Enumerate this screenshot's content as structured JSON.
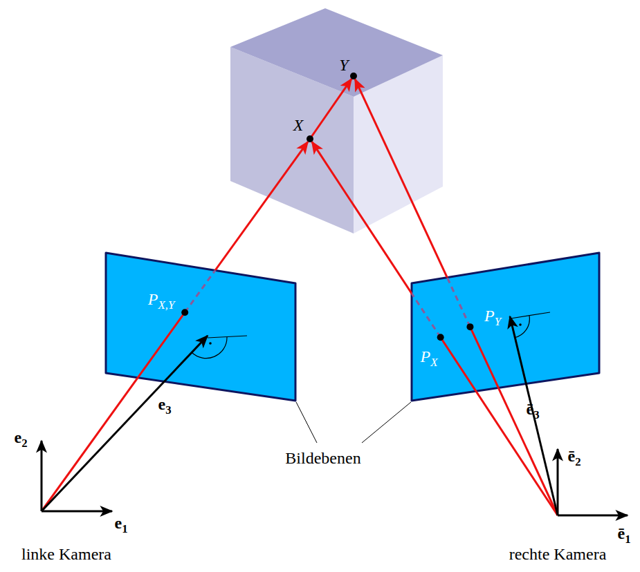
{
  "diagram": {
    "nodes": [
      {
        "text": [
          "Y",
          "X"
        ]
      },
      {
        "text": [
          "PX,Y"
        ]
      },
      {
        "text": [
          "PY",
          "PX"
        ]
      }
    ],
    "labels": [
      "e3",
      "e2",
      "e1",
      "ē3",
      "ē2",
      "ē1",
      "Bildebenen",
      "linke Kamera",
      "rechte Kamera"
    ]
  }
}
